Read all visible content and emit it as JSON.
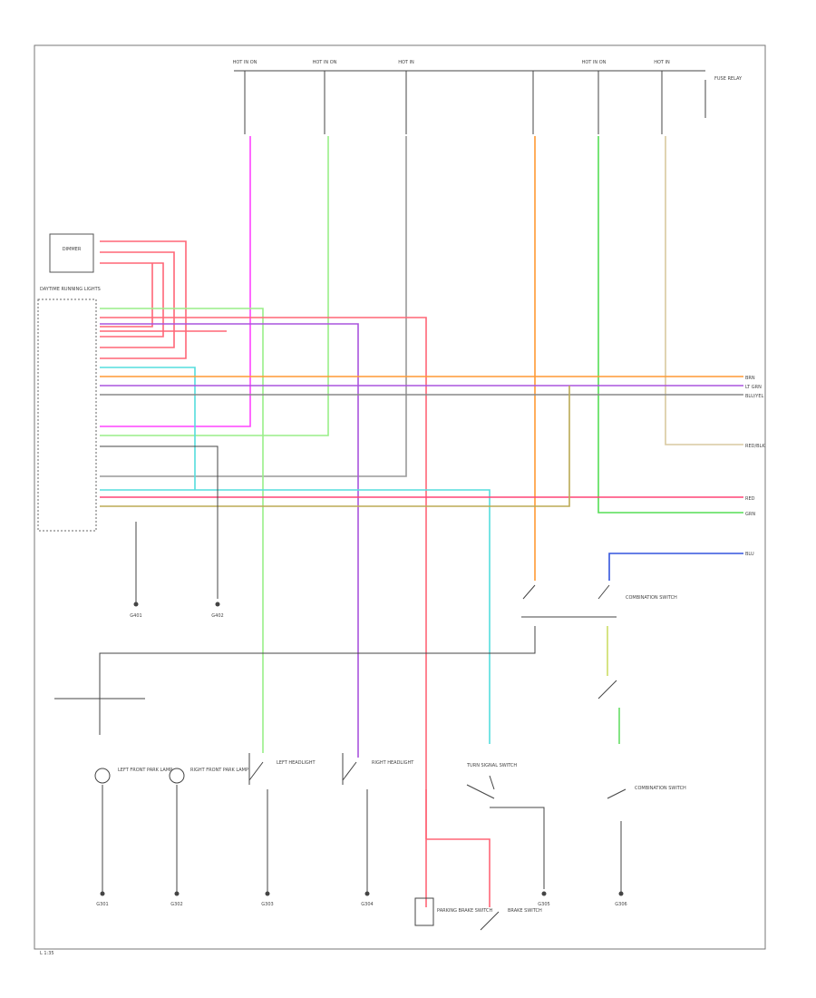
{
  "diagram": {
    "footer_code": "L 1:35",
    "top_splices": [
      "HOT IN ON",
      "HOT IN ON",
      "HOT IN",
      "HOT IN ON",
      "HOT IN"
    ],
    "top_note": "FUSE RELAY",
    "module_label": "DAYTIME RUNNING LIGHTS",
    "relay_label": "DIMMER",
    "harness_label": "COMBINATION SWITCH",
    "right_labels": [
      "BRN",
      "LT GRN",
      "BLU/YEL",
      "RED/BLK",
      "RED",
      "GRN",
      "BLU"
    ],
    "grounds": [
      "G401",
      "G402",
      "G301",
      "G302",
      "G303",
      "G304",
      "G305",
      "G306"
    ],
    "bottom_components": [
      "LEFT FRONT PARK LAMP",
      "RIGHT FRONT PARK LAMP",
      "LEFT HEADLIGHT",
      "RIGHT HEADLIGHT",
      "PARKING BRAKE SWITCH",
      "TURN SIGNAL SWITCH",
      "BRAKE SWITCH",
      "COMBINATION SWITCH"
    ]
  }
}
